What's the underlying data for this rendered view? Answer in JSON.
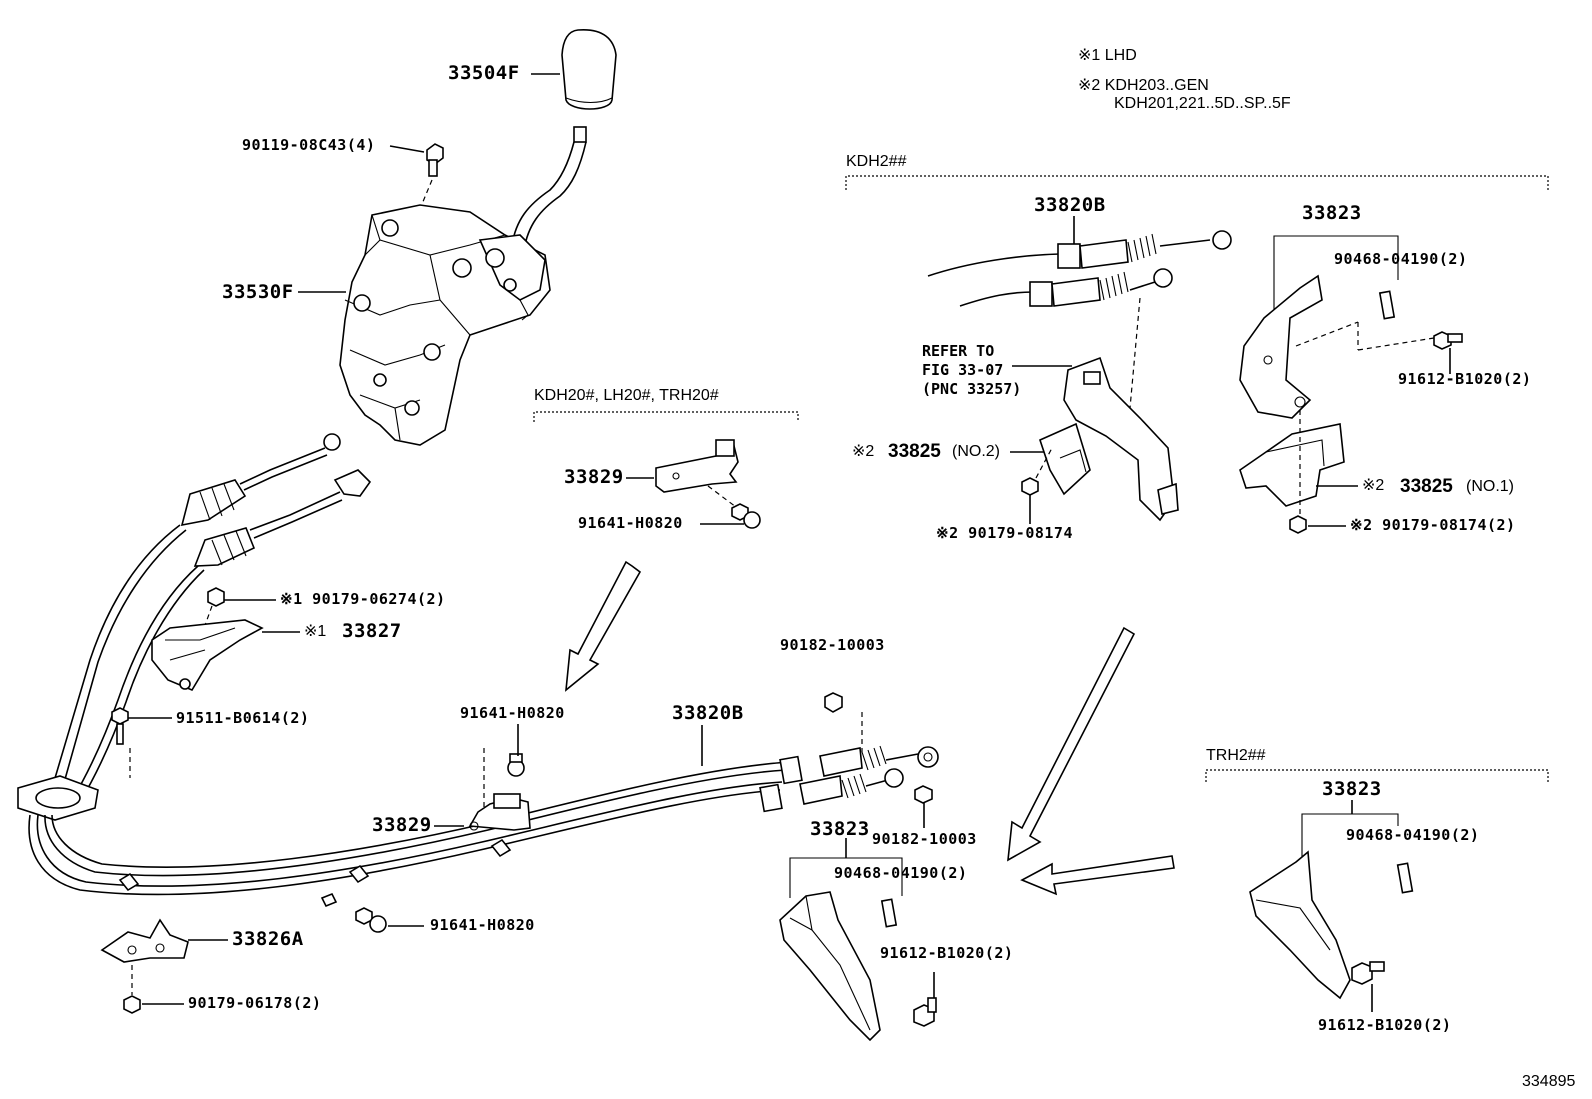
{
  "notes": {
    "note1": "※1 LHD",
    "note2_line1": "※2 KDH203..GEN",
    "note2_line2": "KDH201,221..5D..SP..5F"
  },
  "groups": {
    "kdh2": "KDH2##",
    "kdh20": "KDH20#, LH20#, TRH20#",
    "trh2": "TRH2##"
  },
  "refer": {
    "line1": "REFER TO",
    "line2": "FIG 33-07",
    "line3": "(PNC 33257)"
  },
  "labels": {
    "p33504F": "33504F",
    "p90119": "90119-08C43(4)",
    "p33530F": "33530F",
    "p90179_06274": "※1  90179-06274(2)",
    "p33827_mark": "※1",
    "p33827": "33827",
    "p91511": "91511-B0614(2)",
    "p33826A": "33826A",
    "p90179_06178": "90179-06178(2)",
    "p91641_bottom": "91641-H0820",
    "p33829_left": "33829",
    "p91641_mid": "91641-H0820",
    "p33829_top": "33829",
    "p91641_top": "91641-H0820",
    "p33820B_main": "33820B",
    "p90182_top": "90182-10003",
    "p90182_bottom": "90182-10003",
    "p33823_main": "33823",
    "p90468_main": "90468-04190(2)",
    "p91612_main": "91612-B1020(2)",
    "p33820B_kdh": "33820B",
    "p33823_kdh": "33823",
    "p90468_kdh": "90468-04190(2)",
    "p91612_kdh": "91612-B1020(2)",
    "p33825_no2_mark": "※2",
    "p33825_no2": "33825",
    "p33825_no2_sfx": "(NO.2)",
    "p90179_08174_left": "※2  90179-08174",
    "p33825_no1_mark": "※2",
    "p33825_no1": "33825",
    "p33825_no1_sfx": "(NO.1)",
    "p90179_08174_right": "※2  90179-08174(2)",
    "p33823_trh": "33823",
    "p90468_trh": "90468-04190(2)",
    "p91612_trh": "91612-B1020(2)"
  },
  "figure_number": "334895"
}
